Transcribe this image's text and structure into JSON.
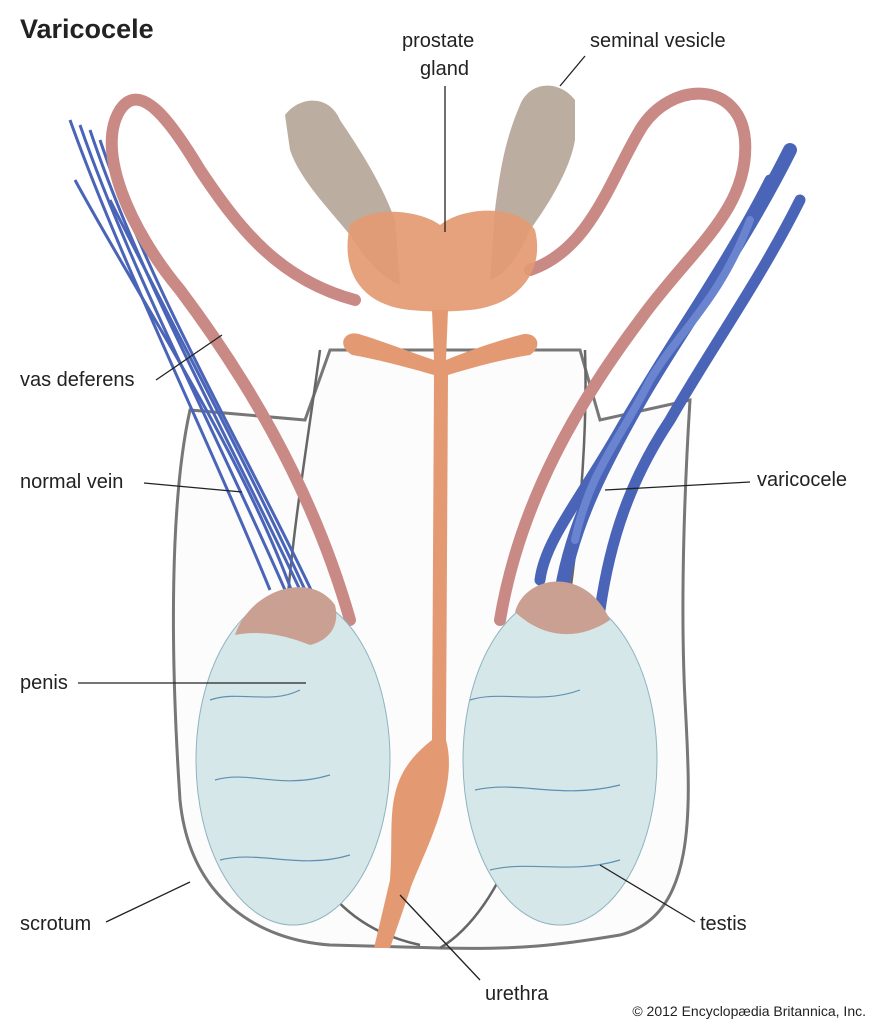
{
  "title": "Varicocele",
  "labels": {
    "prostate_line1": "prostate",
    "prostate_line2": "gland",
    "seminal_vesicle": "seminal vesicle",
    "vas_deferens": "vas deferens",
    "normal_vein": "normal vein",
    "varicocele": "varicocele",
    "penis": "penis",
    "scrotum": "scrotum",
    "testis": "testis",
    "urethra": "urethra"
  },
  "copyright": "© 2012 Encyclopædia Britannica, Inc.",
  "colors": {
    "vas": "#c98a86",
    "vein": "#4a64b8",
    "prostate": "#e39a72",
    "testis": "#d5e7e9",
    "vesicle": "#b5a497",
    "epididymis": "#c9a092"
  }
}
